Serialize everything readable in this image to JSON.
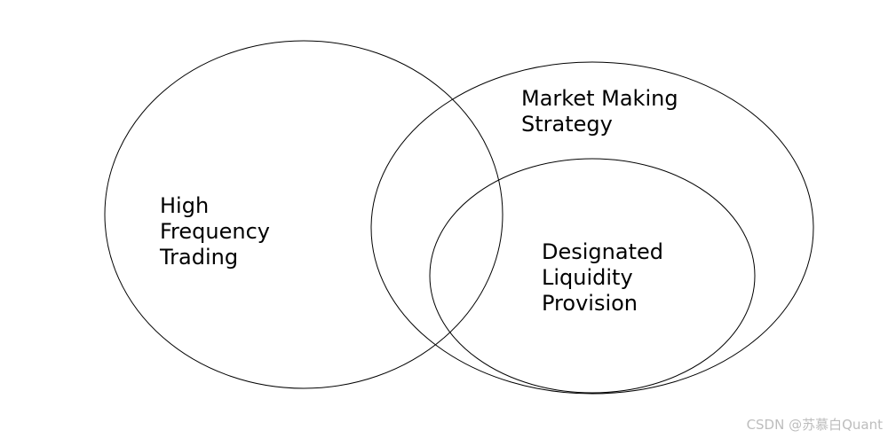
{
  "diagram": {
    "type": "venn",
    "sets": [
      {
        "id": "hft",
        "label_lines": [
          "High",
          "Frequency",
          "Trading"
        ]
      },
      {
        "id": "market-making",
        "label_lines": [
          "Market Making",
          "Strategy"
        ]
      },
      {
        "id": "dlp",
        "label_lines": [
          "Designated",
          "Liquidity",
          "Provision"
        ],
        "subset_of": "market-making"
      }
    ],
    "outline_color": "#000000",
    "label_color": "#000000"
  },
  "watermark": {
    "text": "CSDN @苏慕白Quant",
    "color": "#bdbdbd"
  }
}
